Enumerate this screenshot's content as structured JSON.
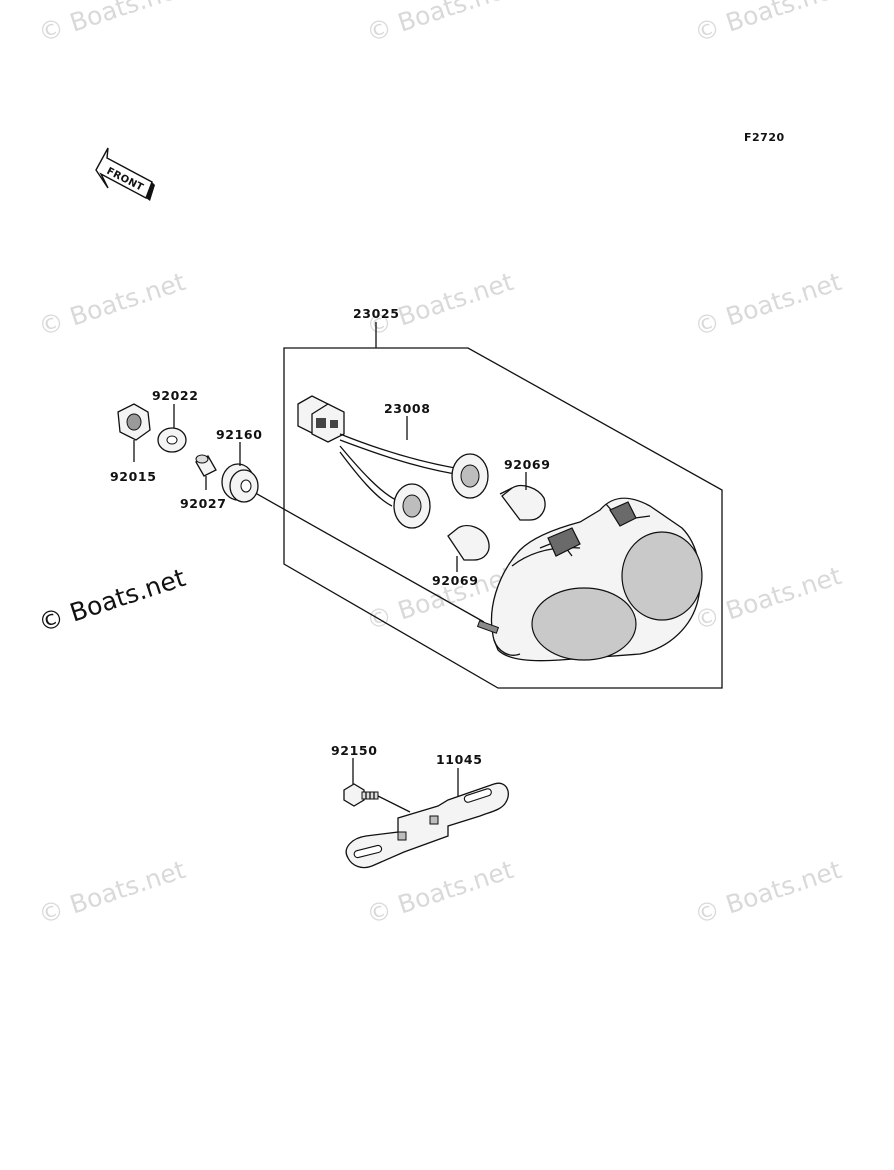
{
  "figure_code": "F2720",
  "front_label": "FRONT",
  "watermark_text": "© Boats.net",
  "parts": {
    "p23025": "23025",
    "p23008": "23008",
    "p92069_a": "92069",
    "p92069_b": "92069",
    "p92022": "92022",
    "p92015": "92015",
    "p92160": "92160",
    "p92027": "92027",
    "p92150": "92150",
    "p11045": "11045"
  }
}
